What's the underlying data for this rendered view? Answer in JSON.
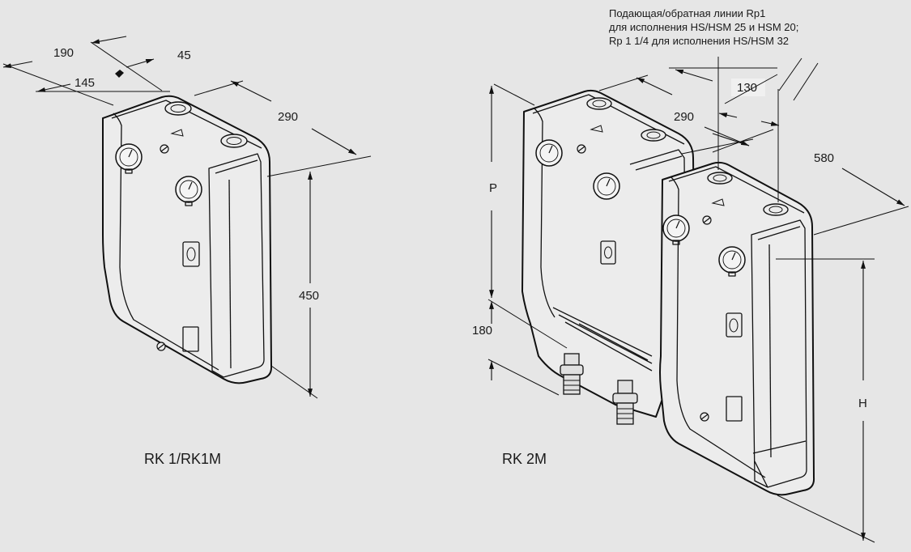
{
  "left_unit": {
    "caption": "RK 1/RK1M",
    "dimensions": {
      "width_190": "190",
      "pipe_145": "145",
      "offset_45": "45",
      "depth_290": "290",
      "height_450": "450"
    }
  },
  "right_unit": {
    "caption": "RK 2M",
    "dimensions": {
      "depth_290": "290",
      "spacing_130": "130",
      "width_580": "580",
      "p_label": "P",
      "bottom_180": "180",
      "h_label": "H"
    },
    "note": {
      "line1": "Подающая/обратная линии Rp1",
      "line2": "для исполнения HS/HSM 25 и HSM 20;",
      "line3": "Rp 1 1/4 для исполнения HS/HSM 32"
    }
  },
  "colors": {
    "background": "#e6e6e6",
    "line": "#111111",
    "body_fill": "#ececec"
  }
}
